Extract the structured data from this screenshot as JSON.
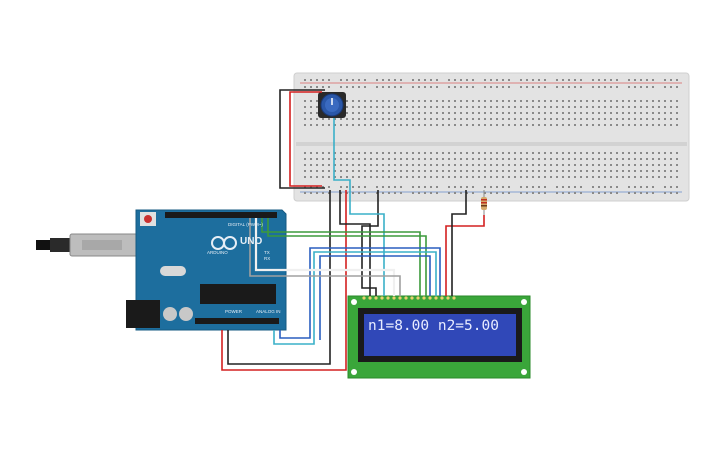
{
  "lcd": {
    "text": "n1=8.00 n2=5.00"
  },
  "arduino": {
    "board_label": "UNO",
    "brand_label": "ARDUINO",
    "digital_label": "DIGITAL (PWM~)",
    "power_label": "POWER",
    "analog_label": "ANALOG IN",
    "tx_label": "TX",
    "rx_label": "RX"
  },
  "colors": {
    "breadboard": "#e3e3e3",
    "arduino": "#1d6e9e",
    "lcd_pcb": "#3aa63a",
    "lcd_screen": "#3048b8",
    "wire_red": "#d42020",
    "wire_black": "#222222",
    "wire_green": "#3c9a3c",
    "wire_blue": "#2a5fbf",
    "wire_cyan": "#3ab0c8",
    "wire_white": "#f0f0f0",
    "wire_gray": "#a0a0a0"
  }
}
